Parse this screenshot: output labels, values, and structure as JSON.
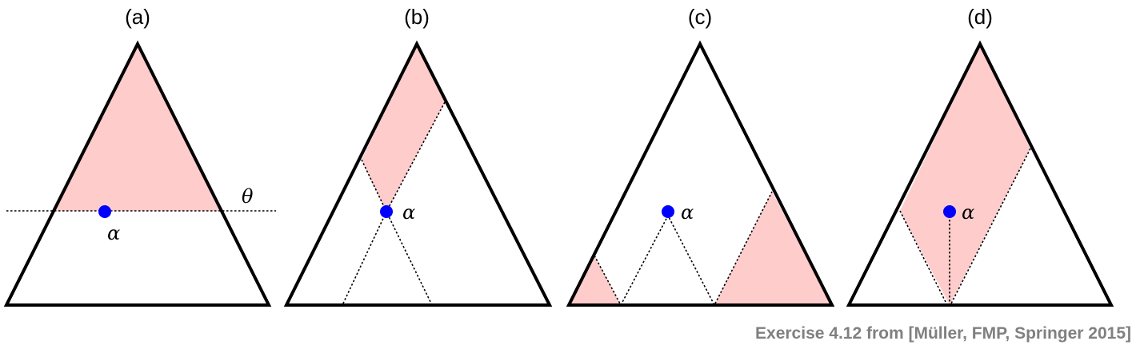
{
  "panels": [
    {
      "label": "(a)",
      "point": "α",
      "line_label": "θ"
    },
    {
      "label": "(b)",
      "point": "α"
    },
    {
      "label": "(c)",
      "point": "α"
    },
    {
      "label": "(d)",
      "point": "α"
    }
  ],
  "caption": "Exercise 4.12 from [Müller, FMP, Springer 2015]",
  "colors": {
    "region": "#ffcccc",
    "point": "#0000ff",
    "caption": "#808080"
  }
}
